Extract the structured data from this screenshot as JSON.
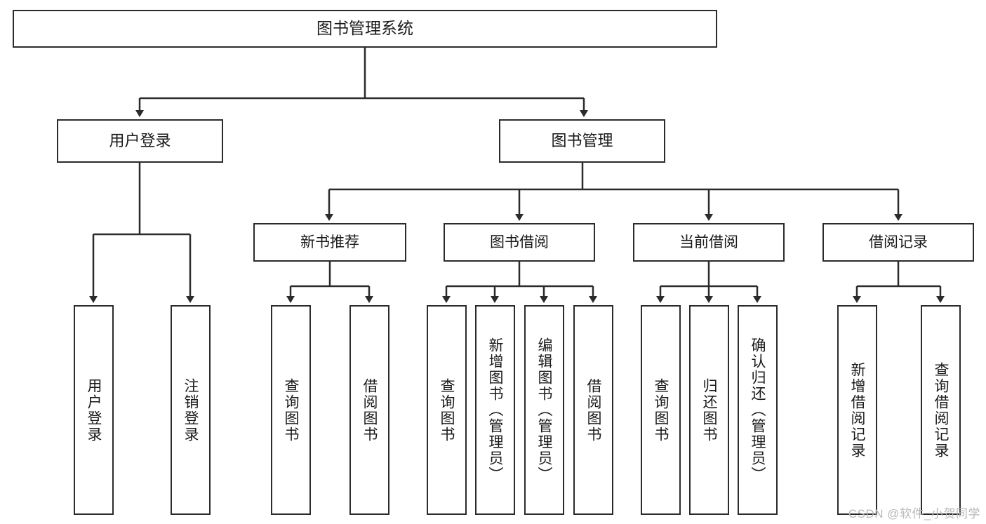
{
  "diagram": {
    "title": "图书管理系统",
    "type": "tree-hierarchy",
    "colors": {
      "box_border": "#2b2b2b",
      "box_fill": "#ffffff",
      "line": "#2b2b2b",
      "text": "#1a1a1a",
      "watermark": "#b8b8b8"
    },
    "root": {
      "label": "图书管理系统"
    },
    "level2": [
      {
        "label": "用户登录"
      },
      {
        "label": "图书管理"
      }
    ],
    "level3": [
      {
        "label": "新书推荐"
      },
      {
        "label": "图书借阅"
      },
      {
        "label": "当前借阅"
      },
      {
        "label": "借阅记录"
      }
    ],
    "leaves": {
      "user_login": [
        {
          "label": "用户登录"
        },
        {
          "label": "注销登录"
        }
      ],
      "new_book_recommend": [
        {
          "label": "查询图书"
        },
        {
          "label": "借阅图书"
        }
      ],
      "book_borrow": [
        {
          "label": "查询图书"
        },
        {
          "label": "新增图书（管理员）"
        },
        {
          "label": "编辑图书（管理员）"
        },
        {
          "label": "借阅图书"
        }
      ],
      "current_borrow": [
        {
          "label": "查询图书"
        },
        {
          "label": "归还图书"
        },
        {
          "label": "确认归还（管理员）"
        }
      ],
      "borrow_record": [
        {
          "label": "新增借阅记录"
        },
        {
          "label": "查询借阅记录"
        }
      ]
    }
  },
  "watermark": {
    "text": "CSDN @软件_小贺同学"
  }
}
